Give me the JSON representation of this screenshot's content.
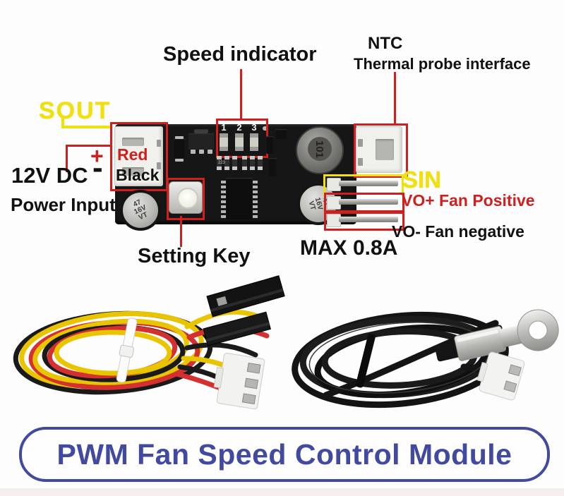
{
  "banner": {
    "title": "PWM Fan Speed Control Module"
  },
  "labels": {
    "speed_indicator": "Speed indicator",
    "ntc_title": "NTC",
    "ntc_subtitle": "Thermal probe interface",
    "sout": "SOUT",
    "plus": "+",
    "minus": "-",
    "voltage": "12V DC",
    "power_input": "Power Input",
    "wire_red": "Red",
    "wire_black": "Black",
    "sin": "SIN",
    "vo_positive": "VO+ Fan Positive",
    "vo_negative": "VO- Fan negative",
    "max_current": "MAX 0.8A",
    "setting_key": "Setting Key"
  },
  "board_markings": {
    "led_numbers": [
      "1",
      "2",
      "3"
    ],
    "inductor": "101",
    "capacitor": [
      "47",
      "16V",
      "VT"
    ],
    "resistor": "223"
  },
  "colors": {
    "annotation_red": "#cf1f1f",
    "annotation_yellow": "#f0e10c",
    "label_red_text": "#cf2020",
    "banner_blue": "#414a9e",
    "pcb_black": "#161616",
    "wire_yellow": "#e9c400",
    "wire_red": "#d43030",
    "wire_black": "#1a1a1a"
  }
}
